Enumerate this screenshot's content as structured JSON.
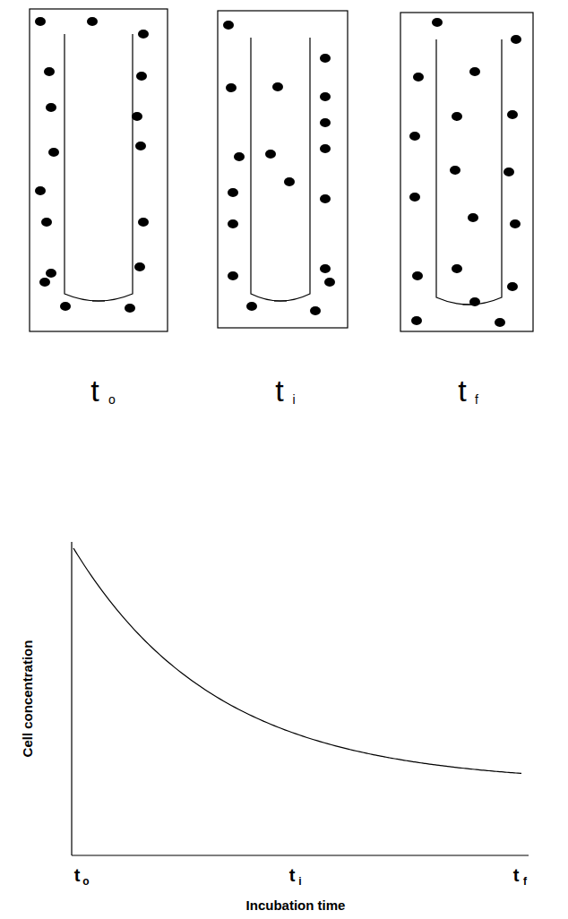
{
  "diagram": {
    "labels": [
      "t",
      "o",
      "t",
      "i",
      "t",
      "f",
      "Cell concentration",
      "t",
      "o",
      "t",
      "i",
      "t",
      "f",
      "Incubation time"
    ]
  }
}
